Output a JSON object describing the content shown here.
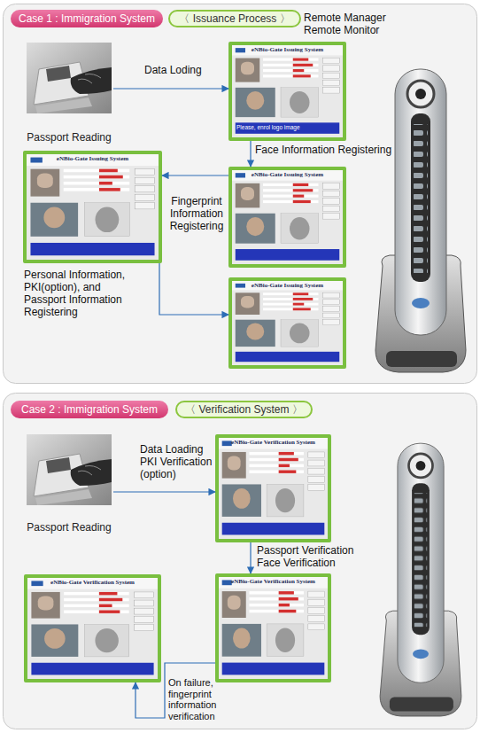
{
  "diagram": {
    "nodes": [
      {
        "text": [
          "Case 1 : Immigration System"
        ]
      },
      {
        "text": [
          "〈 Issuance Process 〉"
        ]
      },
      {
        "text": [
          "Passport Reading"
        ]
      },
      {
        "text": [
          "eNBio-Gate Issuing System",
          "Please, enrol logo image"
        ]
      },
      {
        "text": [
          "eNBio-Gate Issuing System"
        ]
      },
      {
        "text": [
          "eNBio-Gate Issuing System"
        ]
      },
      {
        "text": [
          "eNBio-Gate Issuing System"
        ]
      },
      {
        "text": [
          "Case 2 : Immigration System"
        ]
      },
      {
        "text": [
          "〈 Verification System 〉"
        ]
      },
      {
        "text": [
          "Passport Reading"
        ]
      },
      {
        "text": [
          "eNBio-Gate Verification System"
        ]
      },
      {
        "text": [
          "eNBio-Gate Verification System"
        ]
      },
      {
        "text": [
          "eNBio-Gate Verification System"
        ]
      }
    ],
    "edges": [
      {
        "from": 2,
        "to": 3,
        "arrow": "to",
        "label": "Data Loding"
      },
      {
        "from": 3,
        "to": 4,
        "arrow": "to",
        "label": "Face Information Registering"
      },
      {
        "from": 4,
        "to": 5,
        "arrow": "to",
        "label": "Fingerprint Information Registering"
      },
      {
        "from": 5,
        "to": 6,
        "arrow": "to",
        "label": "Personal Information, PKI(option), and Passport Information Registering"
      },
      {
        "from": 9,
        "to": 10,
        "arrow": "to",
        "label": "Data Loading PKI Verification (option)"
      },
      {
        "from": 10,
        "to": 11,
        "arrow": "to",
        "label": "Passport Verification Face Verification"
      },
      {
        "from": 11,
        "to": 12,
        "arrow": "to",
        "label": "On failure, fingerprint information verification"
      }
    ],
    "labels": [
      "Remote Manager Remote Monitor"
    ]
  }
}
